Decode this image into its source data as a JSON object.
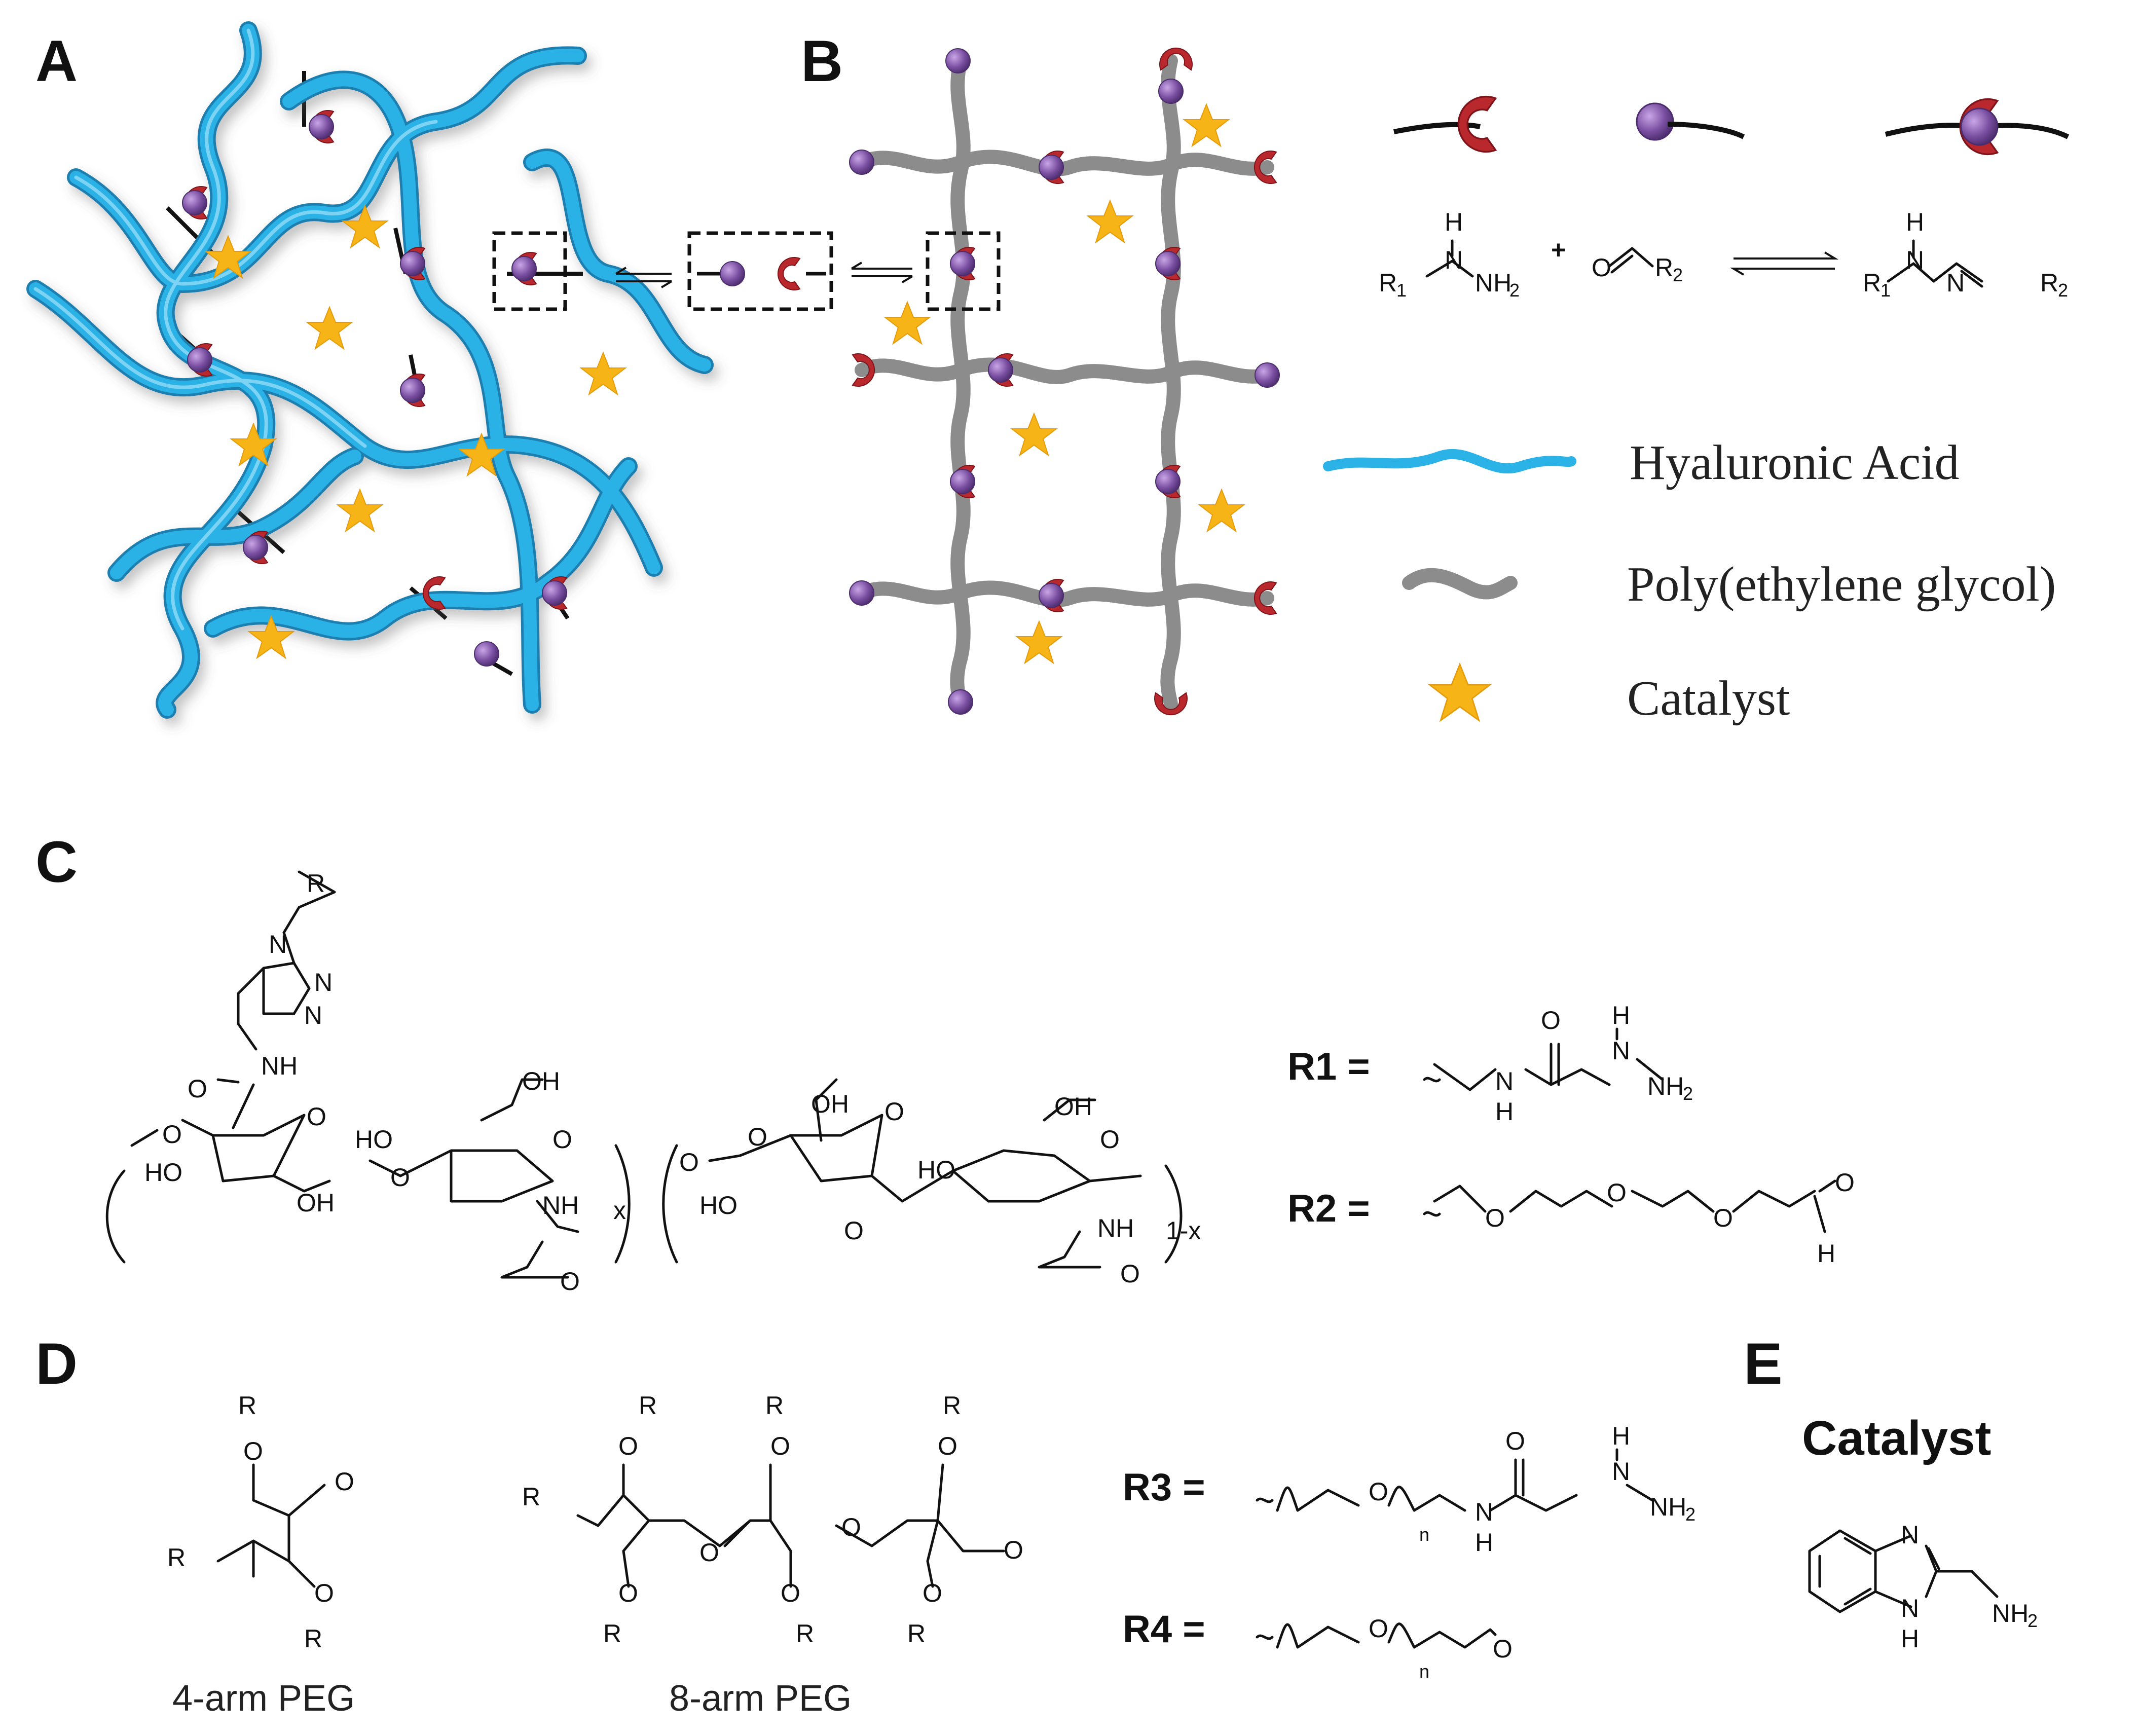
{
  "panels": {
    "a": "A",
    "b": "B",
    "c": "C",
    "d": "D",
    "e": "E"
  },
  "reaction": {
    "reactant1": [
      "H",
      "N",
      "R",
      "1",
      "NH",
      "2"
    ],
    "plus": "+",
    "reactant2": [
      "O",
      "R",
      "2"
    ],
    "product": [
      "H",
      "N",
      "N",
      "R",
      "1",
      "R",
      "2"
    ]
  },
  "legend": {
    "hyaluronic_acid": "Hyaluronic Acid",
    "peg": "Poly(ethylene glycol)",
    "catalyst": "Catalyst",
    "colors": {
      "hyaluronic_acid": "#29a9dd",
      "peg": "#8c8c8c",
      "catalyst": "#f6b417",
      "cup": "#b8282d",
      "ball": "#7a4fa2"
    }
  },
  "panel_c": {
    "atoms": [
      "R",
      "N",
      "N",
      "N",
      "NH",
      "O",
      "O",
      "O",
      "HO",
      "OH",
      "HO",
      "OH",
      "O",
      "NH",
      "O",
      "x",
      "O",
      "O",
      "OH",
      "HO",
      "O",
      "O",
      "HO",
      "O",
      "O",
      "OH",
      "NH",
      "O",
      "1-x"
    ],
    "r1_label": "R1 =",
    "r1_atoms": [
      "O",
      "H",
      "N",
      "NH",
      "2",
      "N",
      "H"
    ],
    "r2_label": "R2 =",
    "r2_atoms": [
      "O",
      "O",
      "O",
      "O",
      "H"
    ]
  },
  "panel_d": {
    "r_atoms": [
      "R",
      "O",
      "O",
      "R",
      "R",
      "O",
      "O",
      "R"
    ],
    "caption_4arm": "4-arm PEG",
    "caption_8arm": "8-arm PEG",
    "r3_label": "R3 =",
    "r3_atoms": [
      "O",
      "n",
      "O",
      "H",
      "N",
      "NH",
      "2",
      "N",
      "H"
    ],
    "r4_label": "R4 =",
    "r4_atoms": [
      "O",
      "n",
      "O"
    ]
  },
  "panel_e": {
    "title": "Catalyst",
    "atoms": [
      "N",
      "N",
      "H",
      "NH",
      "2"
    ]
  }
}
